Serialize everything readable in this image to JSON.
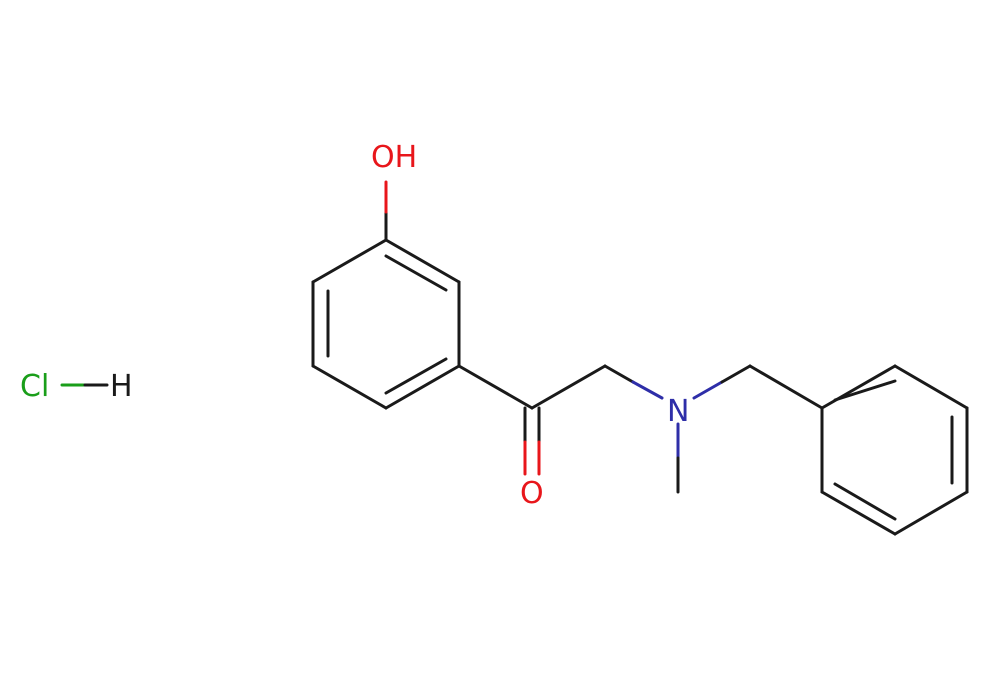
{
  "molecule": {
    "atoms": {
      "hydroxyl": "OH",
      "carbonyl_oxygen": "O",
      "amine_nitrogen": "N",
      "chlorine": "Cl",
      "hydrogen": "H"
    },
    "colors": {
      "carbon_bond": "#1a1a1a",
      "oxygen": "#e8161b",
      "nitrogen": "#2e2ea8",
      "chlorine": "#1a9e1a",
      "hydrogen": "#1a1a1a"
    }
  }
}
